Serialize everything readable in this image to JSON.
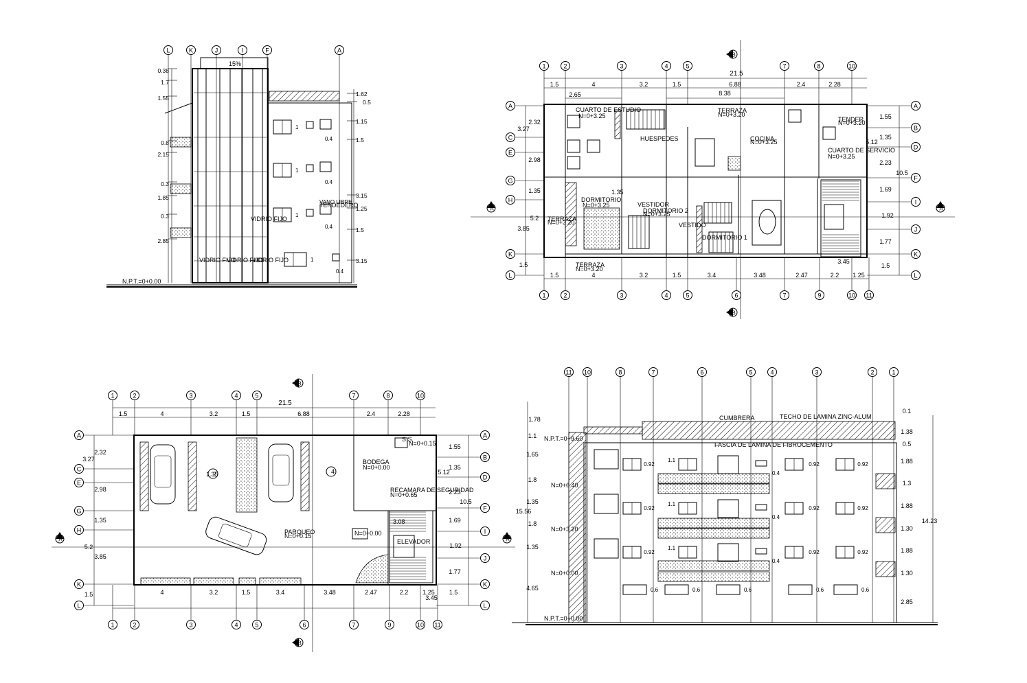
{
  "sheet": {
    "elevation_left": {
      "grid_bubbles": [
        "L",
        "K",
        "J",
        "I",
        "F",
        "A"
      ],
      "slope": "15%",
      "dims_left": [
        "0.38",
        "1.7",
        "1.55",
        "0.8",
        "2.15",
        "0.3",
        "1.85",
        "0.3",
        "2.85"
      ],
      "dims_right": [
        "1.62",
        "0.5",
        "1.15",
        "1.5",
        "3.15",
        "1.25",
        "1.5",
        "3.15"
      ],
      "window_dims": [
        "1",
        "1",
        "1",
        "1",
        "1",
        "1",
        "1"
      ],
      "window_tags": [
        "0.4",
        "0.4",
        "0.4",
        "0.4"
      ],
      "labels": [
        "VIDRIO FIJO",
        "VIDRIO FIJO",
        "VIDRIO FIJO",
        "VIDRIO FIJO",
        "TENDEDERO",
        "VANO LIBRE"
      ],
      "level": "N.P.T.=0+0.00"
    },
    "plan_upper": {
      "col_bubbles_top": [
        "1",
        "2",
        "3",
        "4",
        "5",
        "7",
        "8",
        "10"
      ],
      "col_bubbles_bottom": [
        "1",
        "2",
        "3",
        "4",
        "5",
        "6",
        "7",
        "9",
        "10",
        "11"
      ],
      "row_bubbles_left": [
        "A",
        "C",
        "E",
        "G",
        "H",
        "K",
        "L"
      ],
      "row_bubbles_right": [
        "A",
        "B",
        "D",
        "F",
        "I",
        "J",
        "K",
        "L"
      ],
      "overall": "21.5",
      "dims_top": [
        "1.5",
        "4",
        "3.2",
        "1.5",
        "6.88",
        "2.4",
        "2.28"
      ],
      "dims_top2": [
        "2.65",
        "8.38"
      ],
      "dims_bottom": [
        "1.5",
        "4",
        "3.2",
        "1.5",
        "3.4",
        "3.48",
        "2.47",
        "2.2",
        "1.25"
      ],
      "dims_left": [
        "2.32",
        "3.27",
        "2.98",
        "1.35",
        "5.2",
        "3.85",
        "1.5"
      ],
      "dims_right": [
        "1.55",
        "1.35",
        "5.12",
        "2.23",
        "10.5",
        "1.69",
        "1.92",
        "1.77",
        "1.5",
        "3.45"
      ],
      "rooms": [
        "CUARTO DE ESTUDIO",
        "N=0+3.25",
        "TERRAZA",
        "N=0+3.20",
        "HUESPEDES",
        "COCINA",
        "N=0+3.25",
        "TENDER",
        "N=0+3.20",
        "CUARTO DE SERVICIO",
        "N=0+3.25",
        "DORMITORIO",
        "N=0+3.25",
        "DORMITORIO 2",
        "N=0+3.25",
        "TERRAZA",
        "N=0+3.20",
        "VESTIDOR",
        "VESTIDO",
        "DORMITORIO 1",
        "TERRAZA",
        "N=0+3.20",
        "1.35"
      ],
      "section_marks": [
        "A",
        "A",
        "B",
        "B"
      ]
    },
    "plan_ground": {
      "col_bubbles_top": [
        "1",
        "2",
        "3",
        "4",
        "5",
        "7",
        "8",
        "10"
      ],
      "col_bubbles_bottom": [
        "1",
        "2",
        "3",
        "4",
        "5",
        "6",
        "7",
        "9",
        "10",
        "11"
      ],
      "row_bubbles_left": [
        "A",
        "C",
        "E",
        "G",
        "H",
        "K",
        "L"
      ],
      "row_bubbles_right": [
        "A",
        "B",
        "D",
        "F",
        "I",
        "J",
        "K",
        "L"
      ],
      "overall": "21.5",
      "dims_top": [
        "1.5",
        "4",
        "3.2",
        "1.5",
        "6.88",
        "2.4",
        "2.28"
      ],
      "dims_bottom": [
        "4",
        "3.2",
        "1.5",
        "3.4",
        "3.48",
        "2.47",
        "2.2",
        "1.25",
        "1.5",
        "3.45"
      ],
      "dims_left": [
        "2.32",
        "3.27",
        "2.98",
        "1.35",
        "5.2",
        "3.85",
        "1.5"
      ],
      "dims_right": [
        "1.55",
        "1.35",
        "5.12",
        "2.23",
        "10.5",
        "1.69",
        "1.92",
        "1.77",
        "1.5"
      ],
      "spaces": [
        "2",
        "4",
        "PARQUEO",
        "N=0+0.15",
        "BODEGA",
        "N=0+0.00",
        "S.S.",
        "N=0+0.15",
        "RECAMARA DE SEGURIDAD",
        "N=0+0.65",
        "ELEVADOR",
        "N=0+0.00",
        "1.35",
        "3.08"
      ],
      "section_marks": [
        "A",
        "A",
        "B",
        "B"
      ]
    },
    "elevation_right": {
      "grid_bubbles": [
        "11",
        "10",
        "8",
        "7",
        "6",
        "5",
        "4",
        "3",
        "2",
        "1"
      ],
      "notes": [
        "CUMBRERA",
        "TECHO DE LAMINA ZINC-ALUM",
        "FASCIA DE LAMINA DE FIBROCEMENTO"
      ],
      "levels": [
        "N.P.T.=0+9.60",
        "N=0+6.40",
        "N=0+3.20",
        "N=0+0.00",
        "N.P.T.=0+0.00"
      ],
      "dims_left": [
        "1.78",
        "1.1",
        "1.65",
        "1.8",
        "1.35",
        "15.56",
        "1.8",
        "1.35",
        "4.65"
      ],
      "dims_right": [
        "0.1",
        "1.38",
        "0.5",
        "1.88",
        "1.3",
        "1.88",
        "14.23",
        "1.30",
        "1.88",
        "1.30",
        "2.85"
      ],
      "window_dims": [
        "1.1",
        "0.92",
        "0.4",
        "0.6"
      ]
    }
  }
}
